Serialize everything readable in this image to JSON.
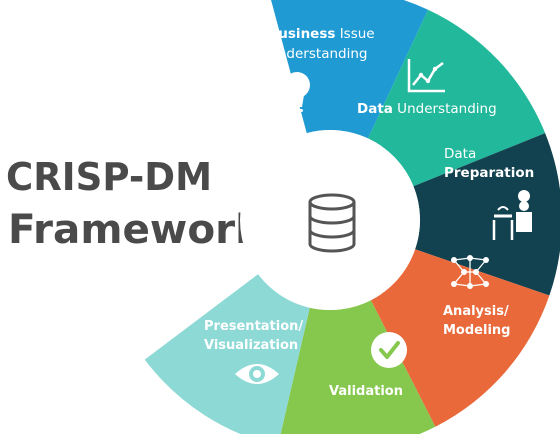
{
  "title": {
    "line1": "CRISP-DM",
    "line2": "Framework"
  },
  "center_icon": "database-icon",
  "segments": [
    {
      "id": "business",
      "color": "#1f9ad3",
      "label_bold": "Business",
      "label_rest": " Issue",
      "label_line2": "Understanding",
      "icon": "lightbulb-icon"
    },
    {
      "id": "data-understanding",
      "color": "#21b89b",
      "label_bold": "Data",
      "label_rest": " Understanding",
      "icon": "line-chart-icon"
    },
    {
      "id": "data-preparation",
      "color": "#12424f",
      "label_line1": "Data",
      "label_bold": "Preparation",
      "icon": "chef-icon"
    },
    {
      "id": "analysis",
      "color": "#e9693a",
      "label_line1": "Analysis/",
      "label_line2": "Modeling",
      "icon": "network-icon"
    },
    {
      "id": "validation",
      "color": "#86c84e",
      "label": "Validation",
      "icon": "checkmark-icon"
    },
    {
      "id": "presentation",
      "color": "#8dd9d6",
      "label_line1": "Presentation/",
      "label_line2": "Visualization",
      "icon": "eye-icon"
    }
  ]
}
